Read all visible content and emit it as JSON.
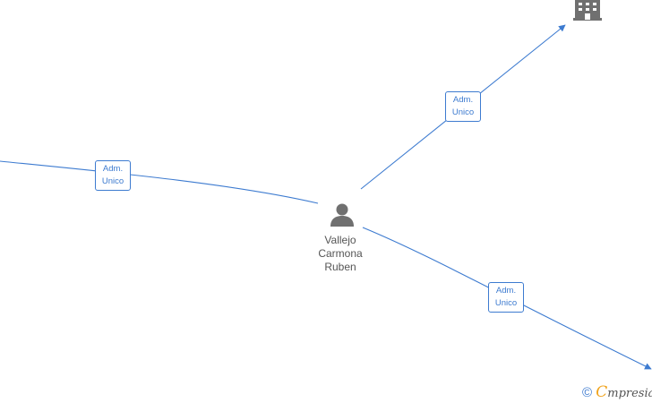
{
  "person": {
    "name_line1": "Vallejo",
    "name_line2": "Carmona",
    "name_line3": "Ruben",
    "icon": "person-icon"
  },
  "company_icon": "building-icon",
  "edges": [
    {
      "label_line1": "Adm.",
      "label_line2": "Unico",
      "target": "left-offscreen"
    },
    {
      "label_line1": "Adm.",
      "label_line2": "Unico",
      "target": "top-right-building"
    },
    {
      "label_line1": "Adm.",
      "label_line2": "Unico",
      "target": "bottom-right-offscreen"
    }
  ],
  "colors": {
    "edge": "#3d7bd0",
    "label_text": "#555555",
    "icon": "#707070",
    "brand_accent": "#f0a21a"
  },
  "footer": {
    "copyright_symbol": "©",
    "brand_initial": "C",
    "brand_rest": "mpresia"
  }
}
